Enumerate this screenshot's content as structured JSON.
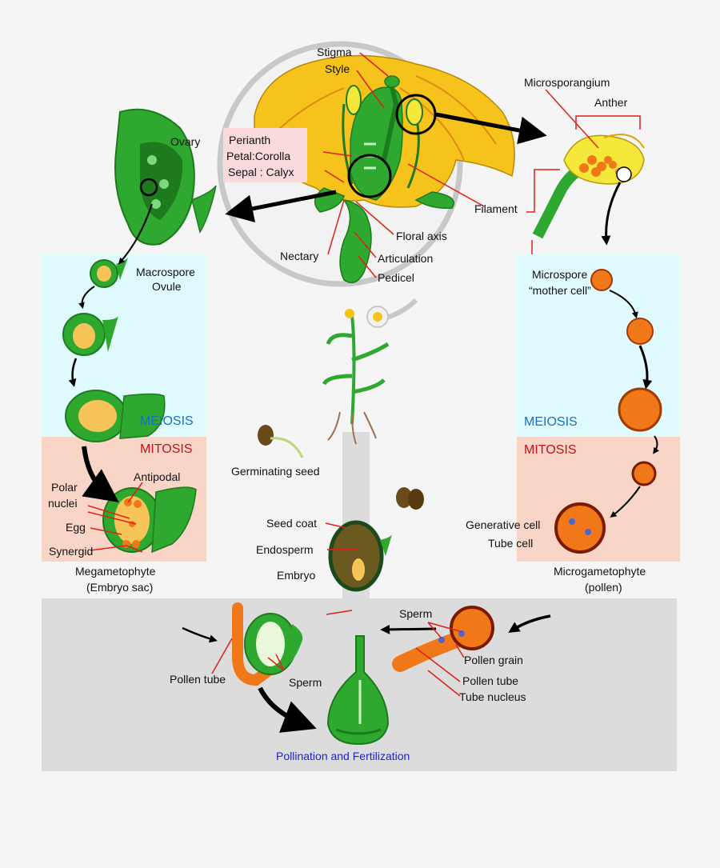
{
  "labels": {
    "stigma": "Stigma",
    "style": "Style",
    "microsporangium": "Microsporangium",
    "anther": "Anther",
    "ovary": "Ovary",
    "perianth_1": "Perianth",
    "perianth_2": "Petal:Corolla",
    "perianth_3": "Sepal : Calyx",
    "filament": "Filament",
    "floral_axis": "Floral axis",
    "nectary": "Nectary",
    "articulation": "Articulation",
    "pedicel": "Pedicel",
    "macrospore_1": "Macrospore",
    "macrospore_2": "Ovule",
    "microspore_1": "Microspore",
    "microspore_2": "“mother cell”",
    "meiosis_left": "MEIOSIS",
    "meiosis_right": "MEIOSIS",
    "mitosis_left": "MITOSIS",
    "mitosis_right": "MITOSIS",
    "antipodal": "Antipodal",
    "polar_1": "Polar",
    "polar_2": "nuclei",
    "egg": "Egg",
    "synergid": "Synergid",
    "megagametophyte_1": "Megametophyte",
    "megagametophyte_2": "(Embryo sac)",
    "germinating_seed": "Germinating seed",
    "seed_coat": "Seed coat",
    "endosperm": "Endosperm",
    "embryo": "Embryo",
    "generative_cell": "Generative cell",
    "tube_cell": "Tube cell",
    "microgametophyte_1": "Microgametophyte",
    "microgametophyte_2": "(pollen)",
    "sperm_right": "Sperm",
    "pollen_grain": "Pollen grain",
    "pollen_tube_right": "Pollen tube",
    "tube_nucleus": "Tube nucleus",
    "pollen_tube_left": "Pollen tube",
    "sperm_left": "Sperm",
    "pollination_title": "Pollination and Fertilization"
  },
  "colors": {
    "green_dark": "#1d7a1d",
    "green": "#2ea82e",
    "green_light": "#59c14a",
    "yellow": "#f5c518",
    "orange": "#f07818",
    "red_leader": "#e0201a",
    "meiosis_bg": "#e0fbfd",
    "mitosis_bg": "#f9d5c8",
    "bottom_bg": "#dcdcdc",
    "perianth_bg": "#fadadd"
  }
}
